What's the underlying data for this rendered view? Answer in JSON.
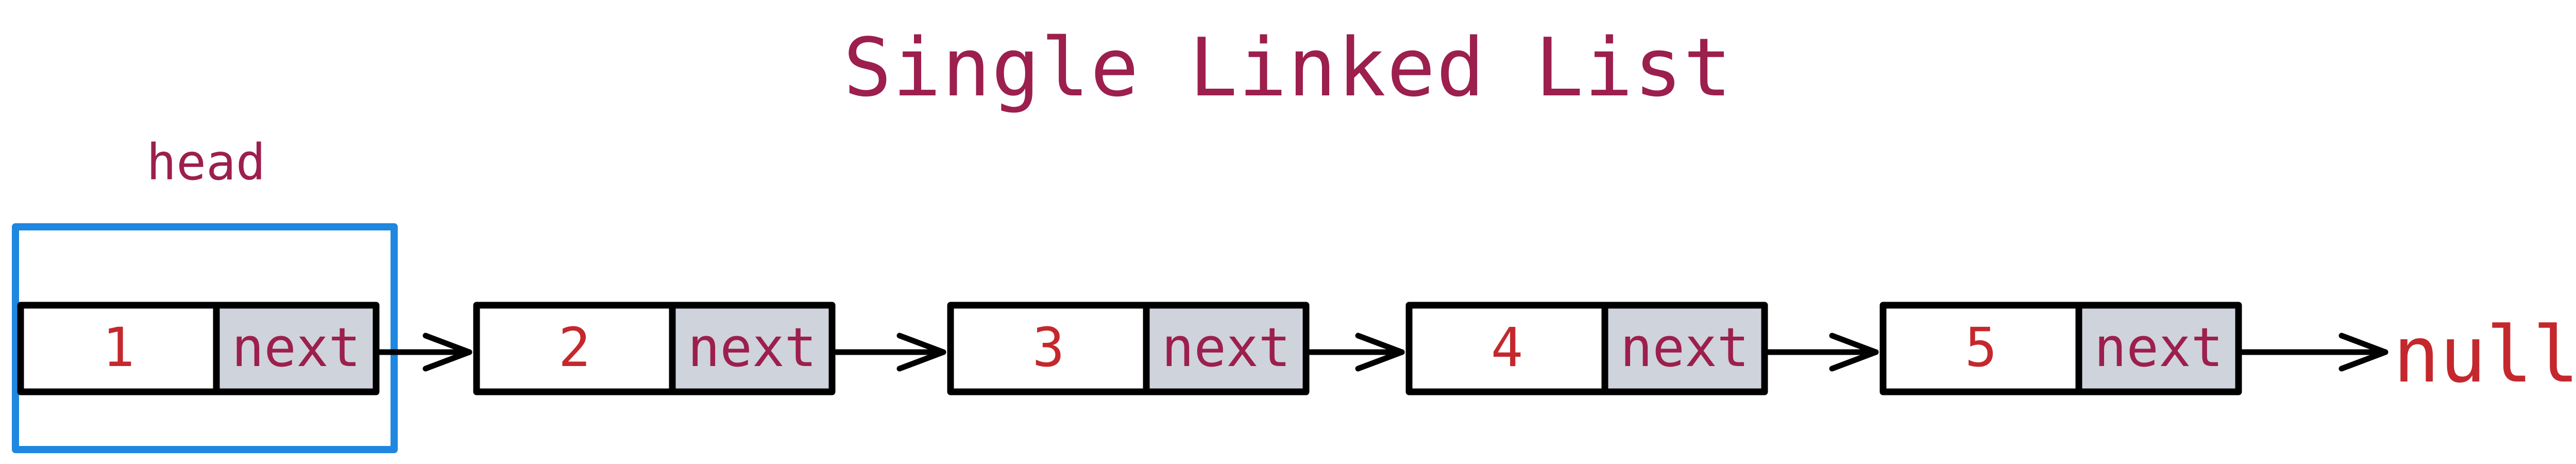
{
  "title": "Single Linked List",
  "head_label": "head",
  "nodes": [
    {
      "value": "1",
      "next_label": "next"
    },
    {
      "value": "2",
      "next_label": "next"
    },
    {
      "value": "3",
      "next_label": "next"
    },
    {
      "value": "4",
      "next_label": "next"
    },
    {
      "value": "5",
      "next_label": "next"
    }
  ],
  "terminal_label": "null",
  "colors": {
    "title": "#9c1f4d",
    "value_text": "#c4282d",
    "next_text": "#9c1f4d",
    "next_cell_fill": "#cfd3db",
    "head_frame": "#1f87df",
    "null_text": "#c4282d"
  }
}
